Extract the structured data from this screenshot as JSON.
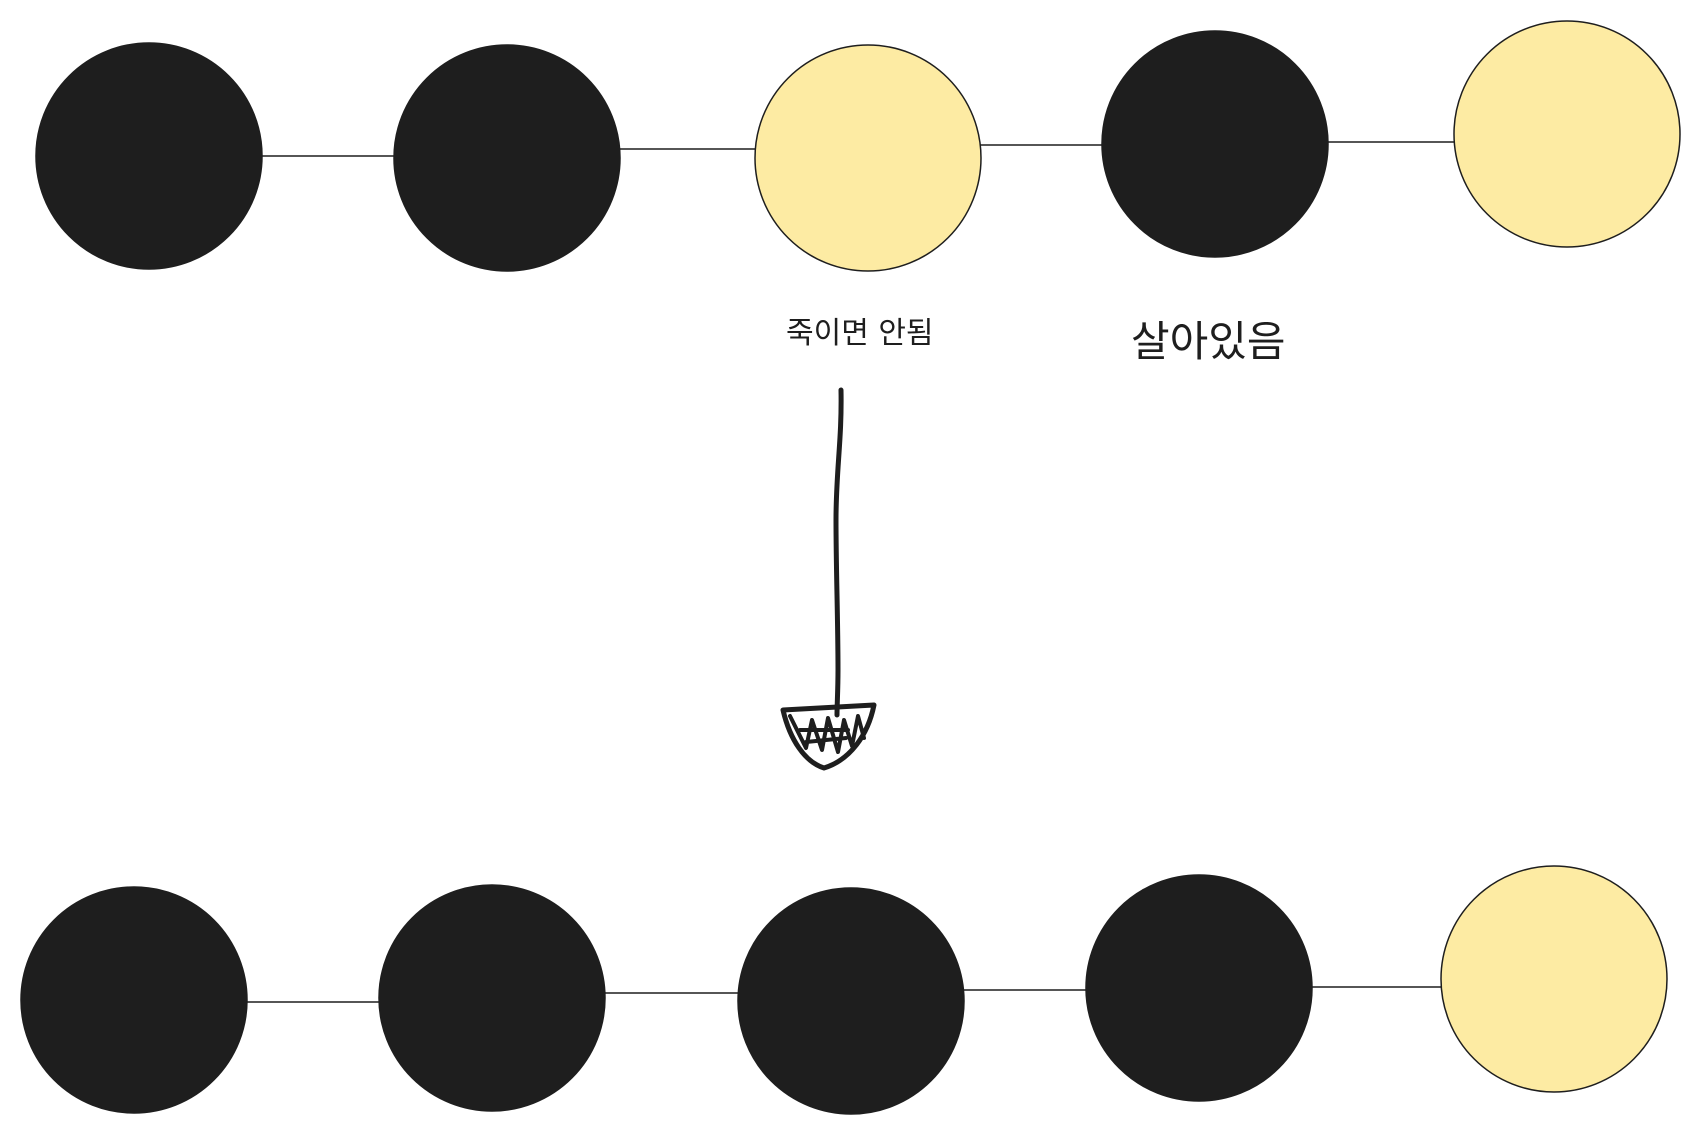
{
  "colors": {
    "dead": "#1e1e1e",
    "alive": "#fdeba3",
    "stroke": "#1e1e1e",
    "background": "#ffffff"
  },
  "rows": [
    {
      "nodes": [
        {
          "state": "dead"
        },
        {
          "state": "dead"
        },
        {
          "state": "alive"
        },
        {
          "state": "dead"
        },
        {
          "state": "alive"
        }
      ]
    },
    {
      "nodes": [
        {
          "state": "dead"
        },
        {
          "state": "dead"
        },
        {
          "state": "dead"
        },
        {
          "state": "dead"
        },
        {
          "state": "alive"
        }
      ]
    }
  ],
  "labels": {
    "must_not_kill": "죽이면 안됨",
    "alive": "살아있음"
  }
}
